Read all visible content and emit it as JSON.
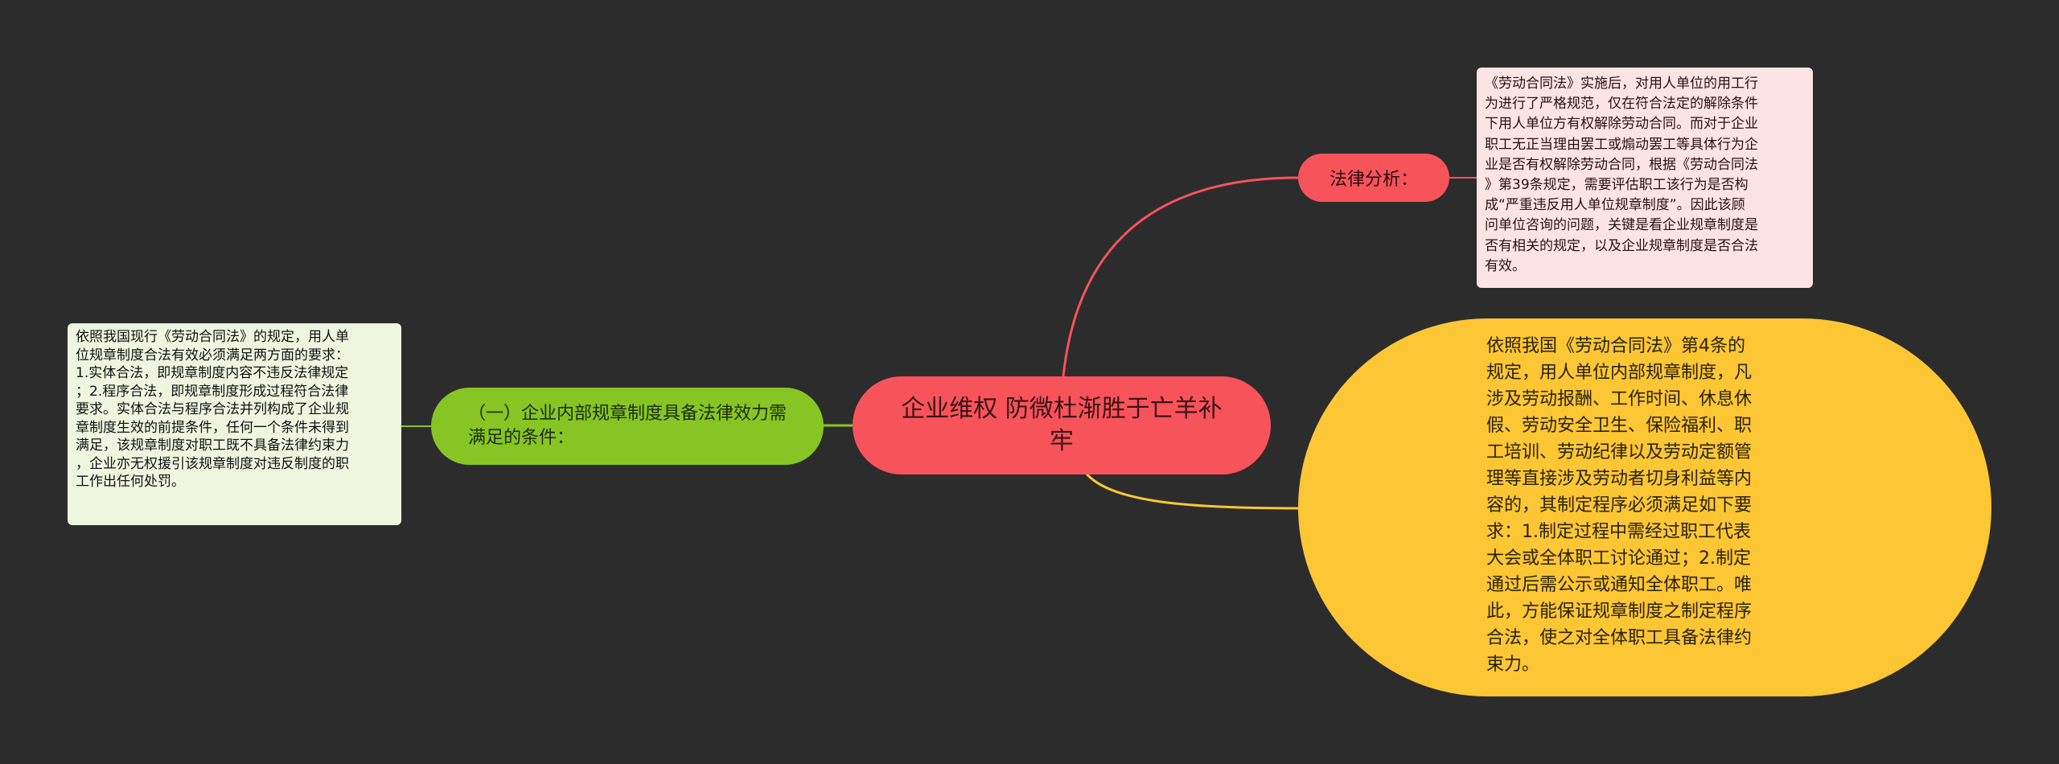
{
  "colors": {
    "background": "#2c2c2c",
    "center": "#f7535b",
    "left_branch": "#86c523",
    "left_note": "#eef6df",
    "law_branch": "#f7535b",
    "law_note": "#fce4e4",
    "yellow_branch": "#fcc635"
  },
  "center": {
    "text": "企业维权 防微杜渐胜于亡羊补牢"
  },
  "left": {
    "topic": "（一）企业内部规章制度具备法律效力需满足的条件：",
    "note": "依照我国现行《劳动合同法》的规定，用人单\n位规章制度合法有效必须满足两方面的要求：\n1.实体合法，即规章制度内容不违反法律规定\n；2.程序合法，即规章制度形成过程符合法律\n要求。实体合法与程序合法并列构成了企业规\n章制度生效的前提条件，任何一个条件未得到\n满足，该规章制度对职工既不具备法律约束力\n，企业亦无权援引该规章制度对违反制度的职\n工作出任何处罚。"
  },
  "law": {
    "topic": "法律分析：",
    "note": "《劳动合同法》实施后，对用人单位的用工行\n为进行了严格规范，仅在符合法定的解除条件\n下用人单位方有权解除劳动合同。而对于企业\n职工无正当理由罢工或煽动罢工等具体行为企\n业是否有权解除劳动合同，根据《劳动合同法\n》第39条规定，需要评估职工该行为是否构\n成“严重违反用人单位规章制度”。因此该顾\n问单位咨询的问题，关键是看企业规章制度是\n否有相关的规定，以及企业规章制度是否合法\n有效。"
  },
  "yellow": {
    "text": "依照我国《劳动合同法》第4条的\n规定，用人单位内部规章制度，凡\n涉及劳动报酬、工作时间、休息休\n假、劳动安全卫生、保险福利、职\n工培训、劳动纪律以及劳动定额管\n理等直接涉及劳动者切身利益等内\n容的，其制定程序必须满足如下要\n求：1.制定过程中需经过职工代表\n大会或全体职工讨论通过；2.制定\n通过后需公示或通知全体职工。唯\n此，方能保证规章制度之制定程序\n合法，使之对全体职工具备法律约\n束力。"
  }
}
